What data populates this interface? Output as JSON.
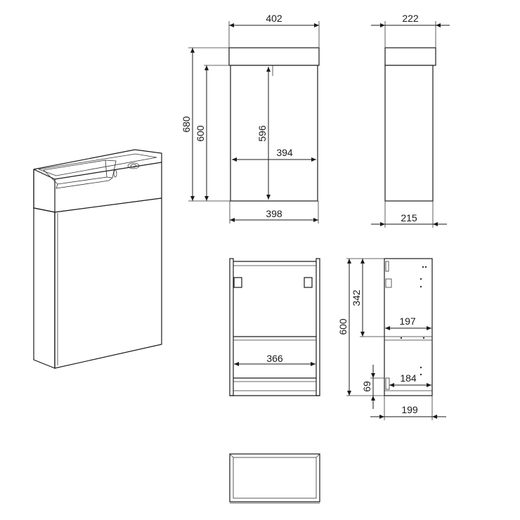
{
  "front_view": {
    "overall_width": "402",
    "overall_height": "680",
    "cabinet_height": "600",
    "inner_height": "596",
    "inner_width": "394",
    "base_width": "398"
  },
  "side_view": {
    "top_depth": "222",
    "base_depth": "215"
  },
  "open_front_view": {
    "shelf_width": "366"
  },
  "open_side_view": {
    "total_height": "600",
    "upper_height": "342",
    "upper_depth": "197",
    "lower_depth": "184",
    "plinth_height": "69",
    "base_depth": "199"
  }
}
